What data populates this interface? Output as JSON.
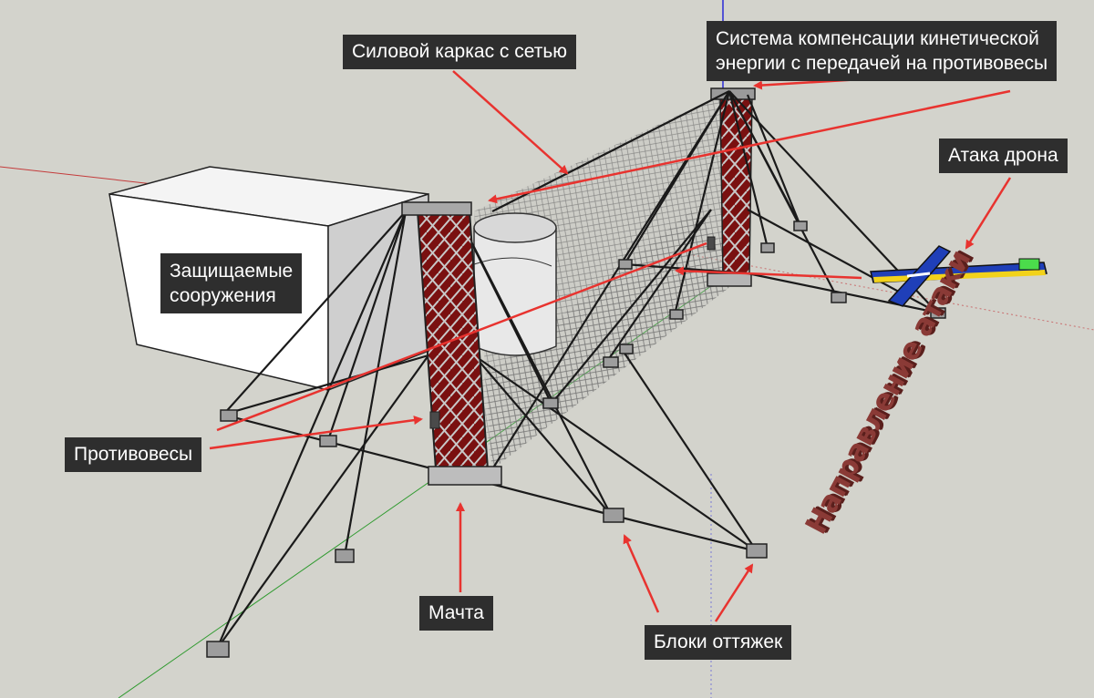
{
  "labels": {
    "frame": "Силовой каркас с сетью",
    "compensation_line1": "Система компенсации кинетической",
    "compensation_line2": "энергии с передачей на противовесы",
    "drone_attack": "Атака дрона",
    "protected_line1": "Защищаемые",
    "protected_line2": "сооружения",
    "counterweights": "Противовесы",
    "mast": "Мачта",
    "guy_blocks": "Блоки оттяжек"
  },
  "direction_text": "Направление атаки",
  "colors": {
    "background": "#d3d3cc",
    "label_bg": "#2e2e2e",
    "label_text": "#ffffff",
    "arrow": "#e8332f",
    "mast": "#9c1a1a",
    "cable": "#1a1a1a",
    "drone_body": "#1f3fb8",
    "drone_stripe": "#f2d21a",
    "drone_tail": "#4bdc4b",
    "direction_text": "#8a3a36"
  }
}
